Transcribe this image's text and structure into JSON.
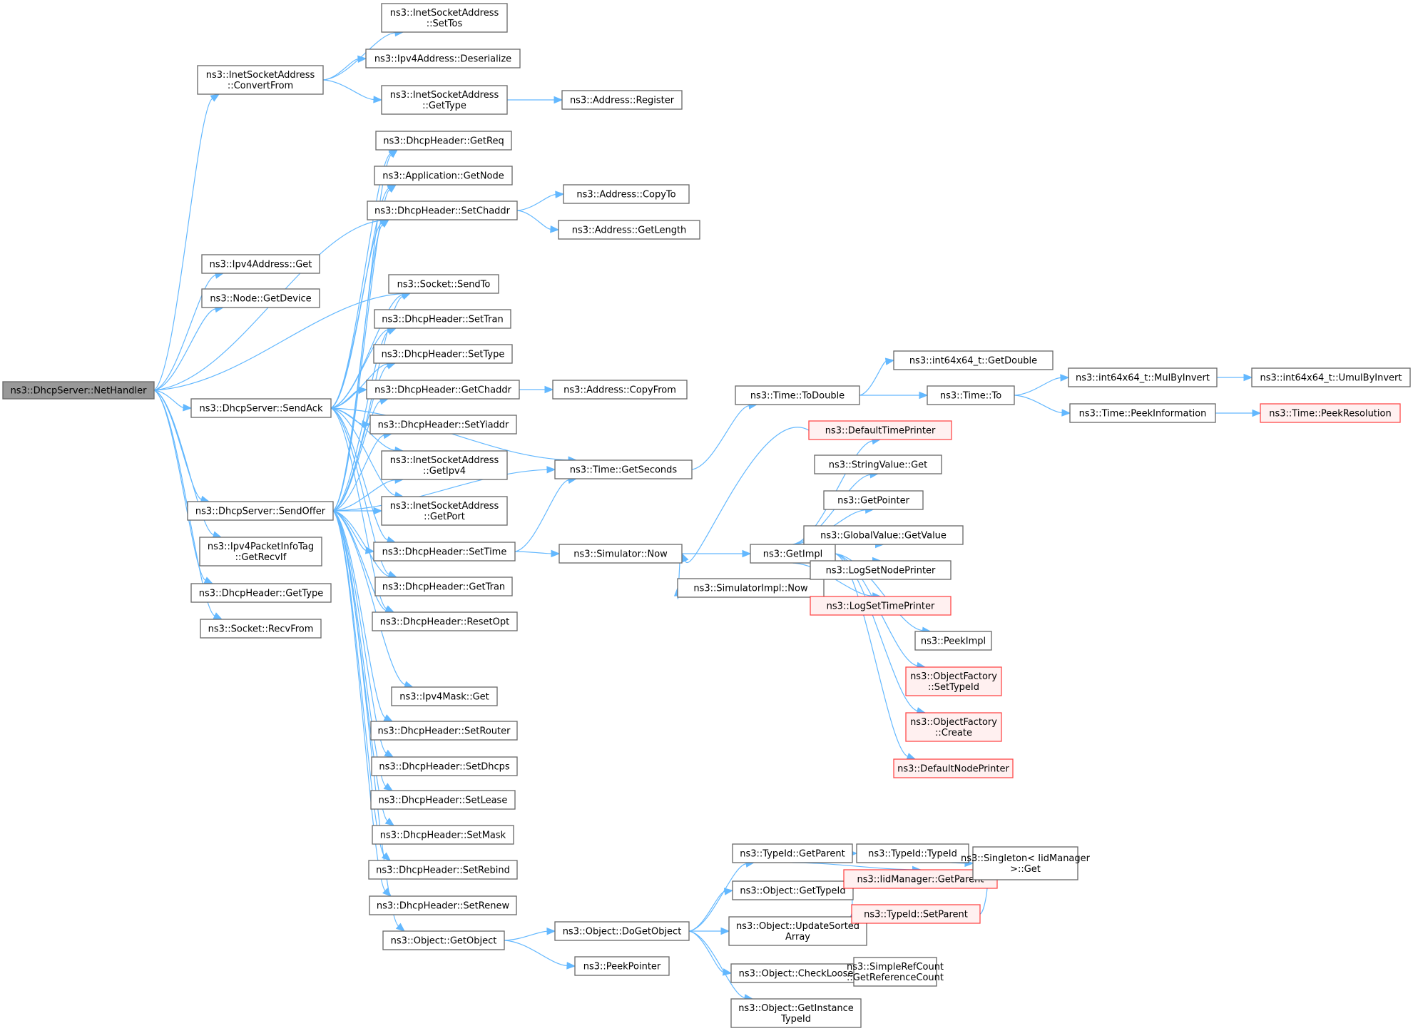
{
  "diagram": {
    "title": "Call graph of ns3::DhcpServer::NetHandler",
    "colors": {
      "edge": "#63b8ff",
      "node_border": "#666666",
      "root_fill": "#999999",
      "external_fill": "#fff0f0",
      "external_border": "#ff0000"
    },
    "nodes": [
      {
        "id": "NetHandler",
        "label": [
          "ns3::DhcpServer::NetHandler"
        ],
        "kind": "root"
      },
      {
        "id": "ConvertFrom",
        "label": [
          "ns3::InetSocketAddress",
          "::ConvertFrom"
        ],
        "kind": "normal"
      },
      {
        "id": "SetTos",
        "label": [
          "ns3::InetSocketAddress",
          "::SetTos"
        ],
        "kind": "normal"
      },
      {
        "id": "Deserialize",
        "label": [
          "ns3::Ipv4Address::Deserialize"
        ],
        "kind": "normal"
      },
      {
        "id": "InetGetType",
        "label": [
          "ns3::InetSocketAddress",
          "::GetType"
        ],
        "kind": "normal"
      },
      {
        "id": "Register",
        "label": [
          "ns3::Address::Register"
        ],
        "kind": "normal"
      },
      {
        "id": "GetReq",
        "label": [
          "ns3::DhcpHeader::GetReq"
        ],
        "kind": "normal"
      },
      {
        "id": "GetNode",
        "label": [
          "ns3::Application::GetNode"
        ],
        "kind": "normal"
      },
      {
        "id": "SetChaddr",
        "label": [
          "ns3::DhcpHeader::SetChaddr"
        ],
        "kind": "normal"
      },
      {
        "id": "CopyTo",
        "label": [
          "ns3::Address::CopyTo"
        ],
        "kind": "normal"
      },
      {
        "id": "GetLength",
        "label": [
          "ns3::Address::GetLength"
        ],
        "kind": "normal"
      },
      {
        "id": "Ipv4Get",
        "label": [
          "ns3::Ipv4Address::Get"
        ],
        "kind": "normal"
      },
      {
        "id": "GetDevice",
        "label": [
          "ns3::Node::GetDevice"
        ],
        "kind": "normal"
      },
      {
        "id": "SendTo",
        "label": [
          "ns3::Socket::SendTo"
        ],
        "kind": "normal"
      },
      {
        "id": "SetTran",
        "label": [
          "ns3::DhcpHeader::SetTran"
        ],
        "kind": "normal"
      },
      {
        "id": "SetType",
        "label": [
          "ns3::DhcpHeader::SetType"
        ],
        "kind": "normal"
      },
      {
        "id": "SendAck",
        "label": [
          "ns3::DhcpServer::SendAck"
        ],
        "kind": "normal"
      },
      {
        "id": "GetChaddr",
        "label": [
          "ns3::DhcpHeader::GetChaddr"
        ],
        "kind": "normal"
      },
      {
        "id": "CopyFrom",
        "label": [
          "ns3::Address::CopyFrom"
        ],
        "kind": "normal"
      },
      {
        "id": "SetYiaddr",
        "label": [
          "ns3::DhcpHeader::SetYiaddr"
        ],
        "kind": "normal"
      },
      {
        "id": "GetIpv4",
        "label": [
          "ns3::InetSocketAddress",
          "::GetIpv4"
        ],
        "kind": "normal"
      },
      {
        "id": "SendOffer",
        "label": [
          "ns3::DhcpServer::SendOffer"
        ],
        "kind": "normal"
      },
      {
        "id": "GetPort",
        "label": [
          "ns3::InetSocketAddress",
          "::GetPort"
        ],
        "kind": "normal"
      },
      {
        "id": "GetRecvIf",
        "label": [
          "ns3::Ipv4PacketInfoTag",
          "::GetRecvIf"
        ],
        "kind": "normal"
      },
      {
        "id": "SetTime",
        "label": [
          "ns3::DhcpHeader::SetTime"
        ],
        "kind": "normal"
      },
      {
        "id": "HdrGetType",
        "label": [
          "ns3::DhcpHeader::GetType"
        ],
        "kind": "normal"
      },
      {
        "id": "GetTran",
        "label": [
          "ns3::DhcpHeader::GetTran"
        ],
        "kind": "normal"
      },
      {
        "id": "RecvFrom",
        "label": [
          "ns3::Socket::RecvFrom"
        ],
        "kind": "normal"
      },
      {
        "id": "ResetOpt",
        "label": [
          "ns3::DhcpHeader::ResetOpt"
        ],
        "kind": "normal"
      },
      {
        "id": "MaskGet",
        "label": [
          "ns3::Ipv4Mask::Get"
        ],
        "kind": "normal"
      },
      {
        "id": "SetRouter",
        "label": [
          "ns3::DhcpHeader::SetRouter"
        ],
        "kind": "normal"
      },
      {
        "id": "SetDhcps",
        "label": [
          "ns3::DhcpHeader::SetDhcps"
        ],
        "kind": "normal"
      },
      {
        "id": "SetLease",
        "label": [
          "ns3::DhcpHeader::SetLease"
        ],
        "kind": "normal"
      },
      {
        "id": "SetMask",
        "label": [
          "ns3::DhcpHeader::SetMask"
        ],
        "kind": "normal"
      },
      {
        "id": "SetRebind",
        "label": [
          "ns3::DhcpHeader::SetRebind"
        ],
        "kind": "normal"
      },
      {
        "id": "SetRenew",
        "label": [
          "ns3::DhcpHeader::SetRenew"
        ],
        "kind": "normal"
      },
      {
        "id": "GetObject",
        "label": [
          "ns3::Object::GetObject"
        ],
        "kind": "normal"
      },
      {
        "id": "GetSeconds",
        "label": [
          "ns3::Time::GetSeconds"
        ],
        "kind": "normal"
      },
      {
        "id": "ToDouble",
        "label": [
          "ns3::Time::ToDouble"
        ],
        "kind": "normal"
      },
      {
        "id": "GetDouble",
        "label": [
          "ns3::int64x64_t::GetDouble"
        ],
        "kind": "normal"
      },
      {
        "id": "TimeTo",
        "label": [
          "ns3::Time::To"
        ],
        "kind": "normal"
      },
      {
        "id": "MulByInvert",
        "label": [
          "ns3::int64x64_t::MulByInvert"
        ],
        "kind": "normal"
      },
      {
        "id": "UmulByInvert",
        "label": [
          "ns3::int64x64_t::UmulByInvert"
        ],
        "kind": "normal"
      },
      {
        "id": "PeekInformation",
        "label": [
          "ns3::Time::PeekInformation"
        ],
        "kind": "normal"
      },
      {
        "id": "PeekResolution",
        "label": [
          "ns3::Time::PeekResolution"
        ],
        "kind": "external"
      },
      {
        "id": "SimNow",
        "label": [
          "ns3::Simulator::Now"
        ],
        "kind": "normal"
      },
      {
        "id": "SimImplNow",
        "label": [
          "ns3::SimulatorImpl::Now"
        ],
        "kind": "normal"
      },
      {
        "id": "GetImpl",
        "label": [
          "ns3::GetImpl"
        ],
        "kind": "normal"
      },
      {
        "id": "DefaultTimePrinter",
        "label": [
          "ns3::DefaultTimePrinter"
        ],
        "kind": "external"
      },
      {
        "id": "StringValueGet",
        "label": [
          "ns3::StringValue::Get"
        ],
        "kind": "normal"
      },
      {
        "id": "GetPointer",
        "label": [
          "ns3::GetPointer"
        ],
        "kind": "normal"
      },
      {
        "id": "GlobalGetValue",
        "label": [
          "ns3::GlobalValue::GetValue"
        ],
        "kind": "normal"
      },
      {
        "id": "LogSetNodePrinter",
        "label": [
          "ns3::LogSetNodePrinter"
        ],
        "kind": "normal"
      },
      {
        "id": "LogSetTimePrinter",
        "label": [
          "ns3::LogSetTimePrinter"
        ],
        "kind": "external"
      },
      {
        "id": "PeekImpl",
        "label": [
          "ns3::PeekImpl"
        ],
        "kind": "normal"
      },
      {
        "id": "OFSetTypeId",
        "label": [
          "ns3::ObjectFactory",
          "::SetTypeId"
        ],
        "kind": "external"
      },
      {
        "id": "OFCreate",
        "label": [
          "ns3::ObjectFactory",
          "::Create"
        ],
        "kind": "external"
      },
      {
        "id": "DefaultNodePrinter",
        "label": [
          "ns3::DefaultNodePrinter"
        ],
        "kind": "external"
      },
      {
        "id": "DoGetObject",
        "label": [
          "ns3::Object::DoGetObject"
        ],
        "kind": "normal"
      },
      {
        "id": "PeekPointer",
        "label": [
          "ns3::PeekPointer"
        ],
        "kind": "normal"
      },
      {
        "id": "TypeIdGetParent",
        "label": [
          "ns3::TypeId::GetParent"
        ],
        "kind": "normal"
      },
      {
        "id": "ObjGetTypeId",
        "label": [
          "ns3::Object::GetTypeId"
        ],
        "kind": "normal"
      },
      {
        "id": "UpdateSorted",
        "label": [
          "ns3::Object::UpdateSorted",
          "Array"
        ],
        "kind": "normal"
      },
      {
        "id": "CheckLoose",
        "label": [
          "ns3::Object::CheckLoose"
        ],
        "kind": "normal"
      },
      {
        "id": "GetInstanceTypeId",
        "label": [
          "ns3::Object::GetInstance",
          "TypeId"
        ],
        "kind": "normal"
      },
      {
        "id": "TypeIdTypeId",
        "label": [
          "ns3::TypeId::TypeId"
        ],
        "kind": "normal"
      },
      {
        "id": "IidGetParent",
        "label": [
          "ns3::IidManager::GetParent"
        ],
        "kind": "external"
      },
      {
        "id": "SetParent",
        "label": [
          "ns3::TypeId::SetParent"
        ],
        "kind": "external"
      },
      {
        "id": "SingletonGet",
        "label": [
          "ns3::Singleton< IidManager",
          ">::Get"
        ],
        "kind": "normal"
      },
      {
        "id": "GetReferenceCount",
        "label": [
          "ns3::SimpleRefCount",
          "::GetReferenceCount"
        ],
        "kind": "normal"
      }
    ],
    "edges": [
      [
        "NetHandler",
        "ConvertFrom"
      ],
      [
        "NetHandler",
        "Ipv4Get"
      ],
      [
        "NetHandler",
        "GetDevice"
      ],
      [
        "NetHandler",
        "SendTo"
      ],
      [
        "NetHandler",
        "SetChaddr"
      ],
      [
        "NetHandler",
        "SendAck"
      ],
      [
        "NetHandler",
        "SendOffer"
      ],
      [
        "NetHandler",
        "GetRecvIf"
      ],
      [
        "NetHandler",
        "HdrGetType"
      ],
      [
        "NetHandler",
        "RecvFrom"
      ],
      [
        "ConvertFrom",
        "SetTos"
      ],
      [
        "ConvertFrom",
        "Deserialize"
      ],
      [
        "ConvertFrom",
        "InetGetType"
      ],
      [
        "InetGetType",
        "Register"
      ],
      [
        "SetChaddr",
        "CopyTo"
      ],
      [
        "SetChaddr",
        "GetLength"
      ],
      [
        "GetChaddr",
        "CopyFrom"
      ],
      [
        "SendAck",
        "GetReq"
      ],
      [
        "SendAck",
        "GetNode"
      ],
      [
        "SendAck",
        "SetChaddr"
      ],
      [
        "SendAck",
        "SendTo"
      ],
      [
        "SendAck",
        "SetTran"
      ],
      [
        "SendAck",
        "SetType"
      ],
      [
        "SendAck",
        "GetChaddr"
      ],
      [
        "SendAck",
        "SetYiaddr"
      ],
      [
        "SendAck",
        "GetIpv4"
      ],
      [
        "SendAck",
        "GetPort"
      ],
      [
        "SendAck",
        "SetTime"
      ],
      [
        "SendAck",
        "GetTran"
      ],
      [
        "SendAck",
        "ResetOpt"
      ],
      [
        "SendAck",
        "GetSeconds"
      ],
      [
        "SendOffer",
        "GetReq"
      ],
      [
        "SendOffer",
        "GetNode"
      ],
      [
        "SendOffer",
        "SetChaddr"
      ],
      [
        "SendOffer",
        "SendTo"
      ],
      [
        "SendOffer",
        "SetTran"
      ],
      [
        "SendOffer",
        "SetType"
      ],
      [
        "SendOffer",
        "GetChaddr"
      ],
      [
        "SendOffer",
        "SetYiaddr"
      ],
      [
        "SendOffer",
        "GetIpv4"
      ],
      [
        "SendOffer",
        "GetPort"
      ],
      [
        "SendOffer",
        "SetTime"
      ],
      [
        "SendOffer",
        "GetTran"
      ],
      [
        "SendOffer",
        "ResetOpt"
      ],
      [
        "SendOffer",
        "MaskGet"
      ],
      [
        "SendOffer",
        "SetRouter"
      ],
      [
        "SendOffer",
        "SetDhcps"
      ],
      [
        "SendOffer",
        "SetLease"
      ],
      [
        "SendOffer",
        "SetMask"
      ],
      [
        "SendOffer",
        "SetRebind"
      ],
      [
        "SendOffer",
        "SetRenew"
      ],
      [
        "SendOffer",
        "GetObject"
      ],
      [
        "SendOffer",
        "GetSeconds"
      ],
      [
        "SetTime",
        "GetSeconds"
      ],
      [
        "SetTime",
        "SimNow"
      ],
      [
        "GetSeconds",
        "ToDouble"
      ],
      [
        "ToDouble",
        "GetDouble"
      ],
      [
        "ToDouble",
        "TimeTo"
      ],
      [
        "TimeTo",
        "MulByInvert"
      ],
      [
        "TimeTo",
        "PeekInformation"
      ],
      [
        "MulByInvert",
        "UmulByInvert"
      ],
      [
        "PeekInformation",
        "PeekResolution"
      ],
      [
        "SimNow",
        "GetImpl"
      ],
      [
        "SimNow",
        "SimImplNow"
      ],
      [
        "DefaultTimePrinter",
        "SimNow"
      ],
      [
        "GetImpl",
        "DefaultTimePrinter"
      ],
      [
        "GetImpl",
        "StringValueGet"
      ],
      [
        "GetImpl",
        "GetPointer"
      ],
      [
        "GetImpl",
        "GlobalGetValue"
      ],
      [
        "GetImpl",
        "LogSetNodePrinter"
      ],
      [
        "GetImpl",
        "LogSetTimePrinter"
      ],
      [
        "GetImpl",
        "PeekImpl"
      ],
      [
        "GetImpl",
        "OFSetTypeId"
      ],
      [
        "GetImpl",
        "OFCreate"
      ],
      [
        "GetImpl",
        "DefaultNodePrinter"
      ],
      [
        "GetObject",
        "DoGetObject"
      ],
      [
        "GetObject",
        "PeekPointer"
      ],
      [
        "DoGetObject",
        "TypeIdGetParent"
      ],
      [
        "DoGetObject",
        "ObjGetTypeId"
      ],
      [
        "DoGetObject",
        "UpdateSorted"
      ],
      [
        "DoGetObject",
        "CheckLoose"
      ],
      [
        "DoGetObject",
        "GetInstanceTypeId"
      ],
      [
        "TypeIdGetParent",
        "TypeIdTypeId"
      ],
      [
        "TypeIdGetParent",
        "IidGetParent"
      ],
      [
        "TypeIdGetParent",
        "SingletonGet"
      ],
      [
        "ObjGetTypeId",
        "SetParent"
      ],
      [
        "SetParent",
        "SingletonGet"
      ],
      [
        "CheckLoose",
        "GetReferenceCount"
      ]
    ]
  }
}
